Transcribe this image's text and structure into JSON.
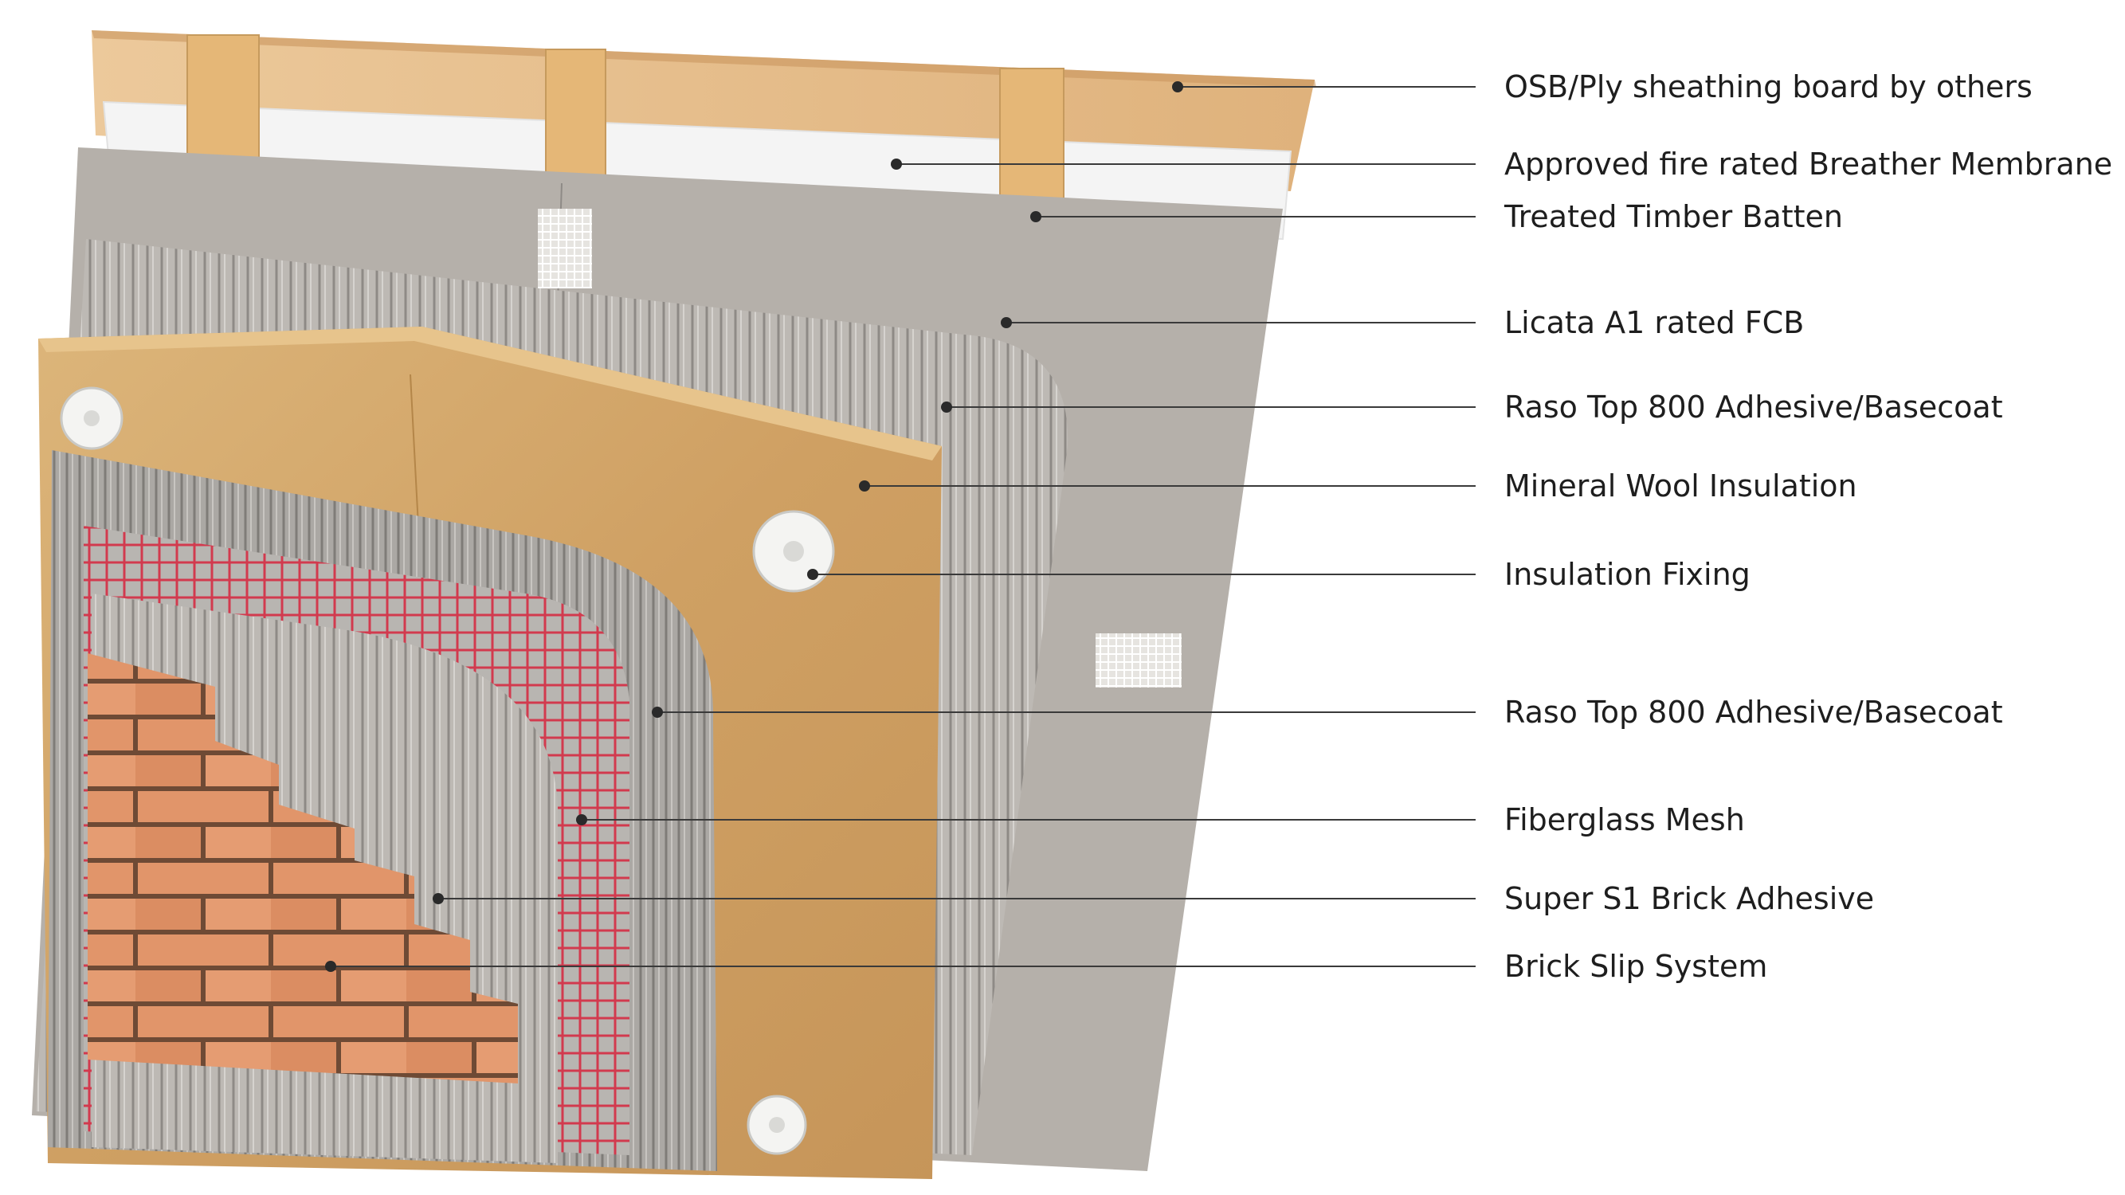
{
  "layers": [
    {
      "id": "osb-sheathing",
      "label": "OSB/Ply sheathing board by others"
    },
    {
      "id": "breather-membrane",
      "label": "Approved fire rated Breather Membrane"
    },
    {
      "id": "timber-batten",
      "label": "Treated Timber Batten"
    },
    {
      "id": "licata-fcb",
      "label": "Licata A1 rated FCB"
    },
    {
      "id": "adhesive-basecoat-1",
      "label": "Raso Top 800 Adhesive/Basecoat"
    },
    {
      "id": "mineral-wool",
      "label": "Mineral Wool Insulation"
    },
    {
      "id": "insulation-fixing",
      "label": "Insulation Fixing"
    },
    {
      "id": "adhesive-basecoat-2",
      "label": "Raso Top 800 Adhesive/Basecoat"
    },
    {
      "id": "fiberglass-mesh",
      "label": "Fiberglass Mesh"
    },
    {
      "id": "brick-adhesive",
      "label": "Super S1 Brick Adhesive"
    },
    {
      "id": "brick-slip",
      "label": "Brick Slip System"
    }
  ],
  "colors": {
    "osb": "#e2b98a",
    "timber": "#e5b777",
    "membrane": "#f4f4f4",
    "fcb": "#b5b0aa",
    "basecoat": "#a9a6a2",
    "mineral_wool": "#d6a866",
    "mesh": "#d0384a",
    "brick": "#e1956a",
    "mortar": "#6e4a35",
    "leader": "#3a3a3a"
  }
}
